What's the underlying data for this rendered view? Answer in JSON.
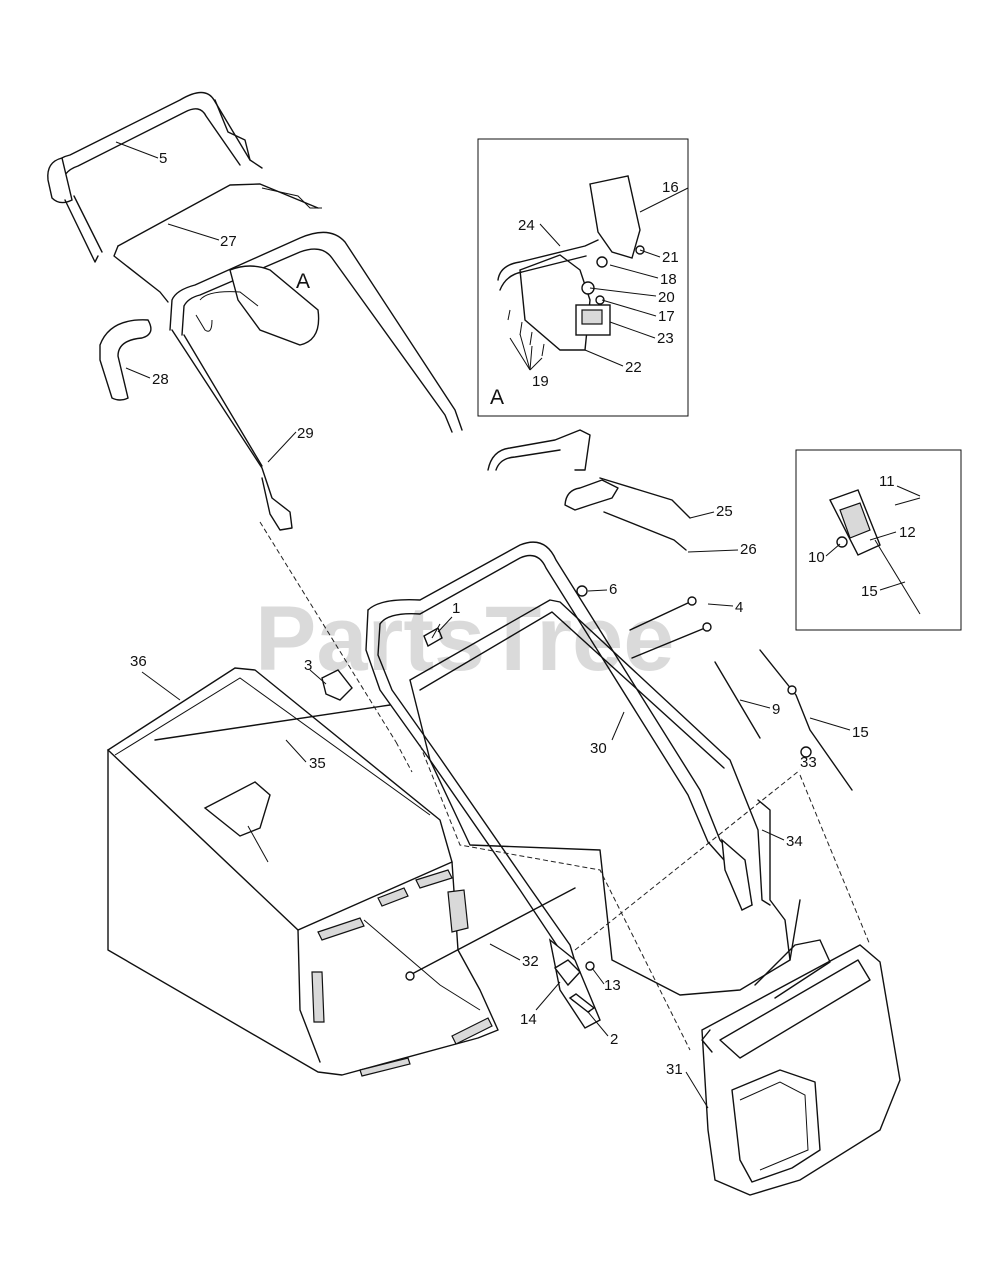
{
  "watermark": "PartsTree",
  "inset_a": {
    "letter": "A",
    "detail_letter": "A"
  },
  "parts": [
    {
      "id": "p5",
      "label": "5"
    },
    {
      "id": "p27",
      "label": "27"
    },
    {
      "id": "p28",
      "label": "28"
    },
    {
      "id": "p29",
      "label": "29"
    },
    {
      "id": "p16",
      "label": "16"
    },
    {
      "id": "p24",
      "label": "24"
    },
    {
      "id": "p21",
      "label": "21"
    },
    {
      "id": "p18",
      "label": "18"
    },
    {
      "id": "p20",
      "label": "20"
    },
    {
      "id": "p17",
      "label": "17"
    },
    {
      "id": "p23",
      "label": "23"
    },
    {
      "id": "p22",
      "label": "22"
    },
    {
      "id": "p19",
      "label": "19"
    },
    {
      "id": "p25",
      "label": "25"
    },
    {
      "id": "p26",
      "label": "26"
    },
    {
      "id": "p11",
      "label": "11"
    },
    {
      "id": "p12",
      "label": "12"
    },
    {
      "id": "p10",
      "label": "10"
    },
    {
      "id": "p15a",
      "label": "15"
    },
    {
      "id": "p6",
      "label": "6"
    },
    {
      "id": "p1",
      "label": "1"
    },
    {
      "id": "p4",
      "label": "4"
    },
    {
      "id": "p36",
      "label": "36"
    },
    {
      "id": "p3",
      "label": "3"
    },
    {
      "id": "p9",
      "label": "9"
    },
    {
      "id": "p15b",
      "label": "15"
    },
    {
      "id": "p30",
      "label": "30"
    },
    {
      "id": "p35",
      "label": "35"
    },
    {
      "id": "p33",
      "label": "33"
    },
    {
      "id": "p34",
      "label": "34"
    },
    {
      "id": "p32",
      "label": "32"
    },
    {
      "id": "p13",
      "label": "13"
    },
    {
      "id": "p14",
      "label": "14"
    },
    {
      "id": "p2",
      "label": "2"
    },
    {
      "id": "p31",
      "label": "31"
    }
  ]
}
